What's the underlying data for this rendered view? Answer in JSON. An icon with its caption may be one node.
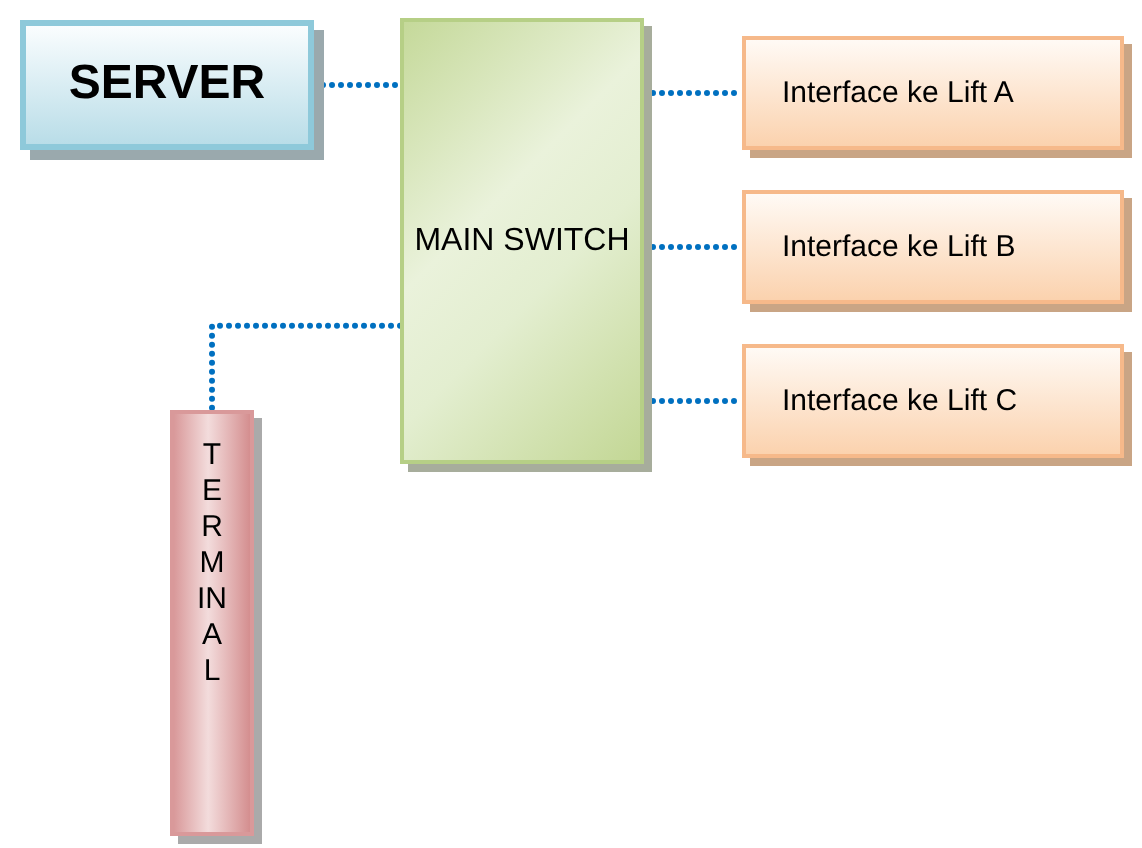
{
  "diagram": {
    "nodes": [
      {
        "text": [
          "SERVER"
        ]
      },
      {
        "text": [
          "MAIN SWITCH"
        ]
      },
      {
        "text": [
          "Interface ke Lift A"
        ]
      },
      {
        "text": [
          "Interface ke Lift B"
        ]
      },
      {
        "text": [
          "Interface ke Lift C"
        ]
      },
      {
        "text": [
          "TERMINAL"
        ]
      }
    ],
    "edges": [
      {
        "from": 0,
        "to": 1,
        "arrow": "none"
      },
      {
        "from": 1,
        "to": 2,
        "arrow": "none"
      },
      {
        "from": 1,
        "to": 3,
        "arrow": "none"
      },
      {
        "from": 1,
        "to": 4,
        "arrow": "none"
      },
      {
        "from": 1,
        "to": 5,
        "arrow": "none"
      }
    ]
  }
}
